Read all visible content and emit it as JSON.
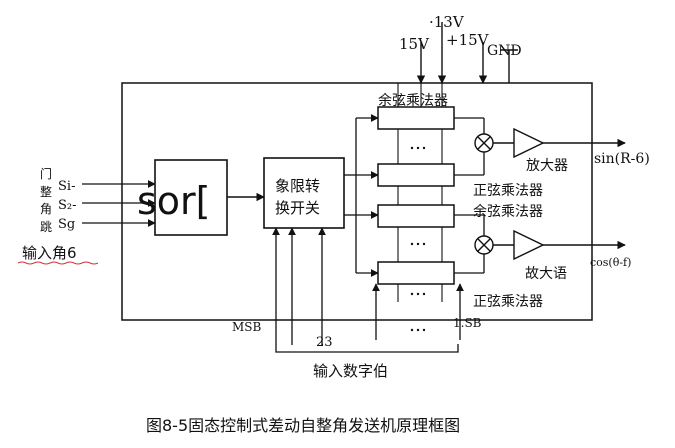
{
  "labels": {
    "v13": "·13V",
    "v15a": "15V",
    "v15b": "+15V",
    "gnd": "GND",
    "cos_mult_top": "余弦乘法器",
    "sin_mult_1": "正弦乘法器",
    "cos_mult_2": "余弦乘法器",
    "sin_mult_bottom": "正弦乘法器",
    "amp_top": "放大器",
    "amp_bottom": "故大语",
    "out_sin": "sin(R-6)",
    "out_cos": "cos(θ-f)",
    "in_chars": [
      "门",
      "整",
      "角",
      "跳"
    ],
    "in_s1": "Si-",
    "in_s2": "S₂-",
    "in_s3": "Sg",
    "input_angle": "输入角6",
    "sor_text": "sor[",
    "quadrant_line1": "象限转",
    "quadrant_line2": "换开关",
    "msb": "MSB",
    "n23": "23",
    "lsb": "1.SB",
    "digital_input": "输入数字伯",
    "caption": "图8-5固态控制式差动自整角发送机原理框图"
  },
  "colors": {
    "ink": "#111111",
    "wavy": "#cc3333"
  }
}
